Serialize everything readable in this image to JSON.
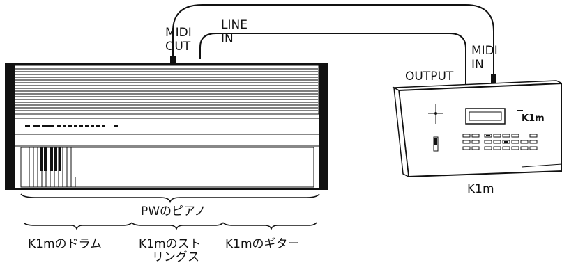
{
  "connections": {
    "midi_out_label_1": "MIDI",
    "midi_out_label_2": "OUT",
    "line_in_label_1": "LINE",
    "line_in_label_2": "IN",
    "midi_in_label_1": "MIDI",
    "midi_in_label_2": "IN",
    "output_label": "OUTPUT"
  },
  "module": {
    "name": "K1m",
    "panel_logo": "K1m"
  },
  "split": {
    "overall": "PWのピアノ",
    "zone_1": "K1mのドラム",
    "zone_2_line_1": "K1mのスト",
    "zone_2_line_2": "リングス",
    "zone_3": "K1mのギター"
  }
}
